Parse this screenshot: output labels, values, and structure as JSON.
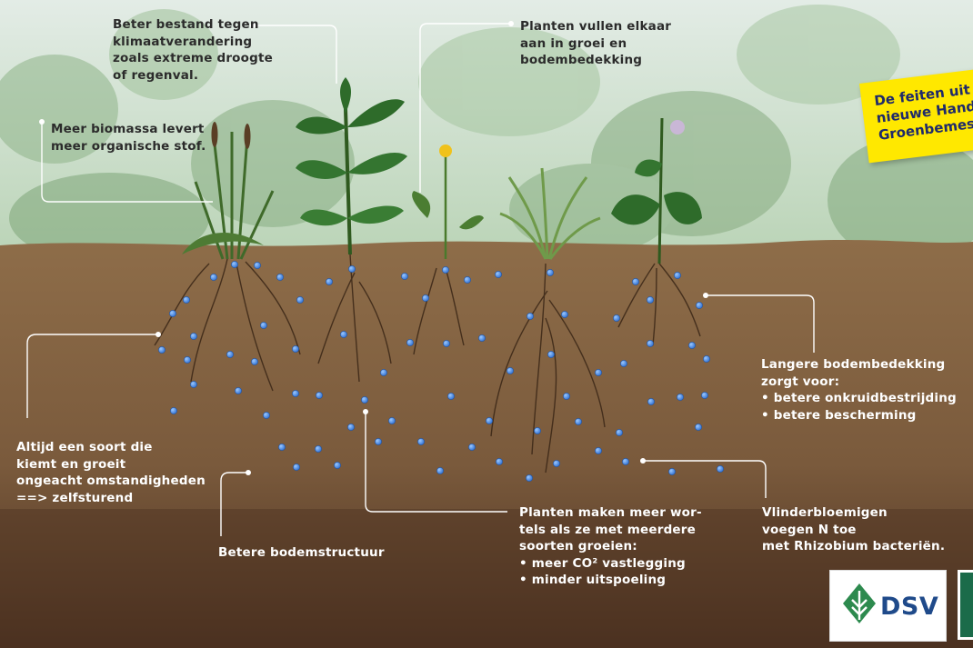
{
  "labels": {
    "climate": [
      "Beter bestand tegen",
      "klimaatverandering",
      "zoals extreme droogte",
      "of regenval."
    ],
    "biomass": [
      "Meer biomassa levert",
      "meer organische stof."
    ],
    "fill": [
      "Planten vullen elkaar",
      "aan in groei en",
      "bodembedekking"
    ],
    "always": [
      "Altijd een soort die",
      "kiemt en groeit",
      "ongeacht omstandigheden",
      "==> zelfsturend"
    ],
    "structure": [
      "Betere bodemstructuur"
    ],
    "roots": [
      "Planten maken meer wor-",
      "tels als ze met meerdere",
      "soorten groeien:",
      "• meer CO² vastlegging",
      "• minder uitspoeling"
    ],
    "cover": [
      "Langere bodembedekking",
      "zorgt voor:",
      "• betere onkruidbestrijding",
      "• betere bescherming"
    ],
    "legumes": [
      "Vlinderbloemigen",
      "voegen N toe",
      "met Rhizobium bacteriën."
    ]
  },
  "banner": [
    "De feiten uit",
    "nieuwe Hand",
    "Groenbemes"
  ],
  "logo": {
    "text": "DSV",
    "icon": "dsv-leaf-icon"
  },
  "colors": {
    "soil_top": "#8a6a45",
    "soil_bottom": "#4a3020",
    "sky": "#d8e6e0",
    "water_dot": "#4a8ee0",
    "banner": "#ffe800"
  }
}
